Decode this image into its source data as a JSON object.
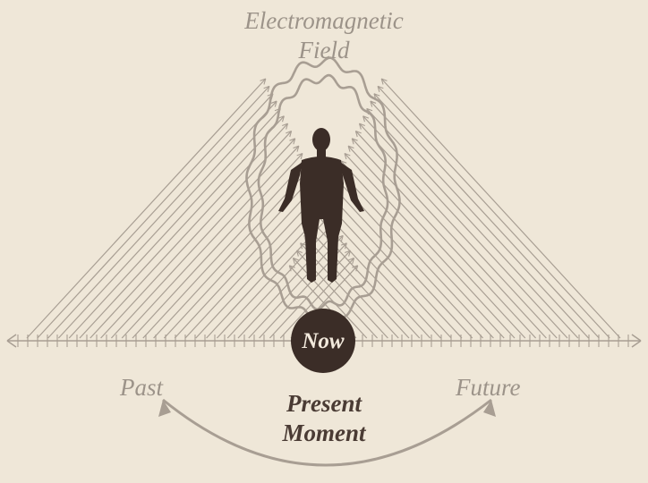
{
  "title_line1": "Electromagnetic",
  "title_line2": "Field",
  "center_label": "Now",
  "left_label": "Past",
  "right_label": "Future",
  "bottom_label_line1": "Present",
  "bottom_label_line2": "Moment",
  "colors": {
    "background": "#efe7d8",
    "line": "#a89e93",
    "dark": "#3b2d27",
    "label": "#9c9389",
    "bold_label": "#4a3b34"
  }
}
